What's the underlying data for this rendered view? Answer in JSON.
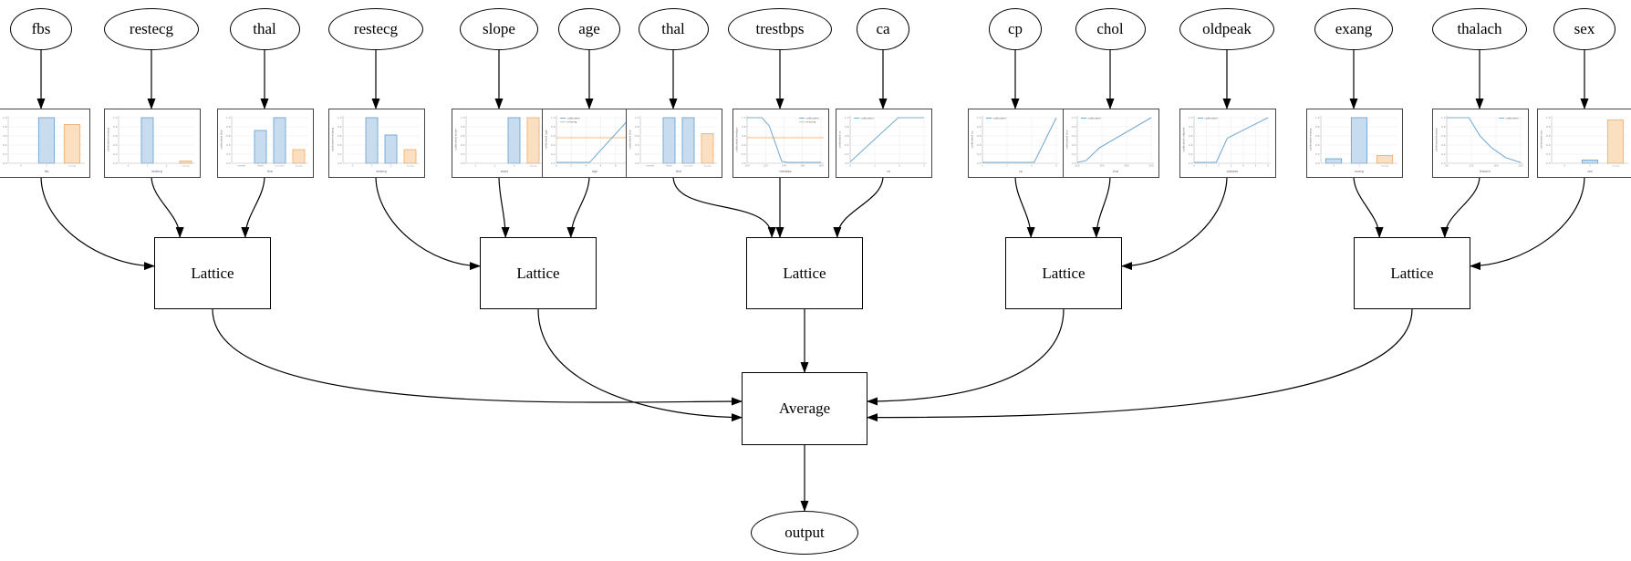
{
  "diagram": {
    "palette": {
      "blue_fill": "#c7dcee",
      "blue_stroke": "#5f9ed1",
      "orange_fill": "#fbdfc1",
      "orange_stroke": "#f3a963",
      "line_blue": "#78aed3",
      "line_orange": "#fcb97d",
      "grid": "#eaeaea",
      "tick_text": "#8a8a8a",
      "axis_text": "#666666",
      "edge": "#000000"
    },
    "legend_labels": {
      "calibrated": "calibrated",
      "missing": "missing"
    },
    "nodes": {
      "features": [
        {
          "label": "fbs",
          "chart": {
            "type": "bar",
            "xlabel": "fbs",
            "ylabel": "calibrated fbs",
            "ylim": [
              0,
              1
            ],
            "categories": [
              "0",
              "1",
              "missing"
            ],
            "values": [
              0,
              1.0,
              0.85
            ],
            "colors": [
              "blue",
              "blue",
              "orange"
            ]
          }
        },
        {
          "label": "restecg",
          "chart": {
            "type": "bar",
            "xlabel": "restecg",
            "ylabel": "calibrated restecg",
            "ylim": [
              0,
              1
            ],
            "categories": [
              "0",
              "1",
              "2",
              "missing"
            ],
            "values": [
              0,
              1.0,
              0,
              0.05
            ],
            "colors": [
              "blue",
              "blue",
              "blue",
              "orange"
            ]
          }
        },
        {
          "label": "thal",
          "chart": {
            "type": "bar",
            "xlabel": "thal",
            "ylabel": "calibrated thal",
            "ylim": [
              0,
              1
            ],
            "categories": [
              "normal",
              "fixed",
              "reversible",
              "missing"
            ],
            "values": [
              0,
              0.72,
              1.0,
              0.3
            ],
            "colors": [
              "blue",
              "blue",
              "blue",
              "orange"
            ]
          }
        },
        {
          "label": "restecg",
          "chart": {
            "type": "bar",
            "xlabel": "restecg",
            "ylabel": "calibrated restecg",
            "ylim": [
              0,
              1
            ],
            "categories": [
              "0",
              "1",
              "2",
              "missing"
            ],
            "values": [
              0,
              1.0,
              0.62,
              0.3
            ],
            "colors": [
              "blue",
              "blue",
              "blue",
              "orange"
            ]
          }
        },
        {
          "label": "slope",
          "chart": {
            "type": "bar",
            "xlabel": "slope",
            "ylabel": "calibrated slope",
            "ylim": [
              0,
              1
            ],
            "categories": [
              "1",
              "2",
              "3",
              "missing"
            ],
            "values": [
              0,
              0,
              1.0,
              1.0
            ],
            "colors": [
              "blue",
              "blue",
              "blue",
              "orange"
            ]
          }
        },
        {
          "label": "age",
          "chart": {
            "type": "line",
            "xlabel": "age",
            "ylabel": "calibrated age",
            "ylim": [
              0,
              1
            ],
            "xticks": [
              "0",
              "2",
              "4",
              "6",
              "8",
              "10"
            ],
            "points": [
              [
                0,
                0.02
              ],
              [
                0.45,
                0.02
              ],
              [
                1,
                1.0
              ]
            ],
            "missing_value": 0.56,
            "legend": [
              "calibrated",
              "missing"
            ],
            "legend_pos": "tl"
          }
        },
        {
          "label": "thal",
          "chart": {
            "type": "bar",
            "xlabel": "thal",
            "ylabel": "calibrated thal",
            "ylim": [
              0,
              1
            ],
            "categories": [
              "normal",
              "fixed",
              "reversible",
              "missing"
            ],
            "values": [
              0,
              1.0,
              1.0,
              0.65
            ],
            "colors": [
              "blue",
              "blue",
              "blue",
              "orange"
            ]
          }
        },
        {
          "label": "trestbps",
          "chart": {
            "type": "line",
            "xlabel": "trestbps",
            "ylabel": "calibrated trestbps",
            "ylim": [
              0,
              1
            ],
            "xticks": [
              "100",
              "120",
              "140",
              "160",
              "180"
            ],
            "points": [
              [
                0,
                1.0
              ],
              [
                0.2,
                1.0
              ],
              [
                0.3,
                0.82
              ],
              [
                0.47,
                0.04
              ],
              [
                0.55,
                0.02
              ],
              [
                1,
                0.02
              ]
            ],
            "missing_value": 0.56,
            "legend": [
              "calibrated",
              "missing"
            ],
            "legend_pos": "tr"
          }
        },
        {
          "label": "ca",
          "chart": {
            "type": "line",
            "xlabel": "ca",
            "ylabel": "calibrated ca",
            "ylim": [
              0,
              1
            ],
            "xticks": [
              "0",
              "1",
              "2",
              "3"
            ],
            "points": [
              [
                0,
                0.03
              ],
              [
                0.65,
                1.0
              ],
              [
                1,
                1.0
              ]
            ],
            "legend": [
              "calibrated"
            ],
            "legend_pos": "tl"
          }
        },
        {
          "label": "cp",
          "chart": {
            "type": "line",
            "xlabel": "cp",
            "ylabel": "calibrated cp",
            "ylim": [
              0,
              1
            ],
            "xticks": [
              "1",
              "2",
              "3",
              "4"
            ],
            "points": [
              [
                0,
                0.02
              ],
              [
                0.7,
                0.02
              ],
              [
                1,
                1.0
              ]
            ],
            "legend": [
              "calibrated"
            ],
            "legend_pos": "tl"
          }
        },
        {
          "label": "chol",
          "chart": {
            "type": "line",
            "xlabel": "chol",
            "ylabel": "calibrated chol",
            "ylim": [
              0,
              1
            ],
            "xticks": [
              "200",
              "300",
              "400",
              "500"
            ],
            "points": [
              [
                0,
                0.02
              ],
              [
                0.12,
                0.06
              ],
              [
                0.3,
                0.34
              ],
              [
                1,
                1.0
              ]
            ],
            "legend": [
              "calibrated"
            ],
            "legend_pos": "tl"
          }
        },
        {
          "label": "oldpeak",
          "chart": {
            "type": "line",
            "xlabel": "oldpeak",
            "ylabel": "calibrated oldpeak",
            "ylim": [
              0,
              1
            ],
            "xticks": [
              "0",
              "1",
              "2",
              "3",
              "4",
              "5",
              "6"
            ],
            "points": [
              [
                0,
                0.02
              ],
              [
                0.3,
                0.02
              ],
              [
                0.45,
                0.55
              ],
              [
                1,
                1.0
              ]
            ],
            "legend": [
              "calibrated"
            ],
            "legend_pos": "tl"
          }
        },
        {
          "label": "exang",
          "chart": {
            "type": "bar",
            "xlabel": "exang",
            "ylabel": "calibrated exang",
            "ylim": [
              0,
              1
            ],
            "categories": [
              "0",
              "1",
              "missing"
            ],
            "values": [
              0.1,
              1.0,
              0.17
            ],
            "colors": [
              "blue",
              "blue",
              "orange"
            ]
          }
        },
        {
          "label": "thalach",
          "chart": {
            "type": "line",
            "xlabel": "thalach",
            "ylabel": "calibrated thalach",
            "ylim": [
              0,
              1
            ],
            "xticks": [
              "80",
              "120",
              "160",
              "200"
            ],
            "points": [
              [
                0,
                1.0
              ],
              [
                0.3,
                1.0
              ],
              [
                0.45,
                0.6
              ],
              [
                0.6,
                0.35
              ],
              [
                0.8,
                0.12
              ],
              [
                1,
                0.02
              ]
            ],
            "legend": [
              "calibrated"
            ],
            "legend_pos": "tr"
          }
        },
        {
          "label": "sex",
          "chart": {
            "type": "bar",
            "xlabel": "sex",
            "ylabel": "calibrated sex",
            "ylim": [
              0,
              1
            ],
            "categories": [
              "0",
              "1",
              "missing"
            ],
            "values": [
              0,
              0.07,
              0.95
            ],
            "colors": [
              "blue",
              "blue",
              "orange"
            ]
          }
        }
      ],
      "lattices": [
        {
          "label": "Lattice"
        },
        {
          "label": "Lattice"
        },
        {
          "label": "Lattice"
        },
        {
          "label": "Lattice"
        },
        {
          "label": "Lattice"
        }
      ],
      "average": {
        "label": "Average"
      },
      "output": {
        "label": "output"
      }
    },
    "edges": [
      {
        "from": "f0",
        "to": "c0"
      },
      {
        "from": "f1",
        "to": "c1"
      },
      {
        "from": "f2",
        "to": "c2"
      },
      {
        "from": "f3",
        "to": "c3"
      },
      {
        "from": "f4",
        "to": "c4"
      },
      {
        "from": "f5",
        "to": "c5"
      },
      {
        "from": "f6",
        "to": "c6"
      },
      {
        "from": "f7",
        "to": "c7"
      },
      {
        "from": "f8",
        "to": "c8"
      },
      {
        "from": "f9",
        "to": "c9"
      },
      {
        "from": "f10",
        "to": "c10"
      },
      {
        "from": "f11",
        "to": "c11"
      },
      {
        "from": "f12",
        "to": "c12"
      },
      {
        "from": "f13",
        "to": "c13"
      },
      {
        "from": "f14",
        "to": "c14"
      },
      {
        "from": "c0",
        "to": "l0"
      },
      {
        "from": "c1",
        "to": "l0"
      },
      {
        "from": "c2",
        "to": "l0"
      },
      {
        "from": "c3",
        "to": "l1"
      },
      {
        "from": "c4",
        "to": "l1"
      },
      {
        "from": "c5",
        "to": "l1"
      },
      {
        "from": "c6",
        "to": "l2"
      },
      {
        "from": "c7",
        "to": "l2"
      },
      {
        "from": "c8",
        "to": "l2"
      },
      {
        "from": "c9",
        "to": "l3"
      },
      {
        "from": "c10",
        "to": "l3"
      },
      {
        "from": "c11",
        "to": "l3"
      },
      {
        "from": "c12",
        "to": "l4"
      },
      {
        "from": "c13",
        "to": "l4"
      },
      {
        "from": "c14",
        "to": "l4"
      },
      {
        "from": "l0",
        "to": "avg"
      },
      {
        "from": "l1",
        "to": "avg"
      },
      {
        "from": "l2",
        "to": "avg"
      },
      {
        "from": "l3",
        "to": "avg"
      },
      {
        "from": "l4",
        "to": "avg"
      },
      {
        "from": "avg",
        "to": "out"
      }
    ]
  }
}
